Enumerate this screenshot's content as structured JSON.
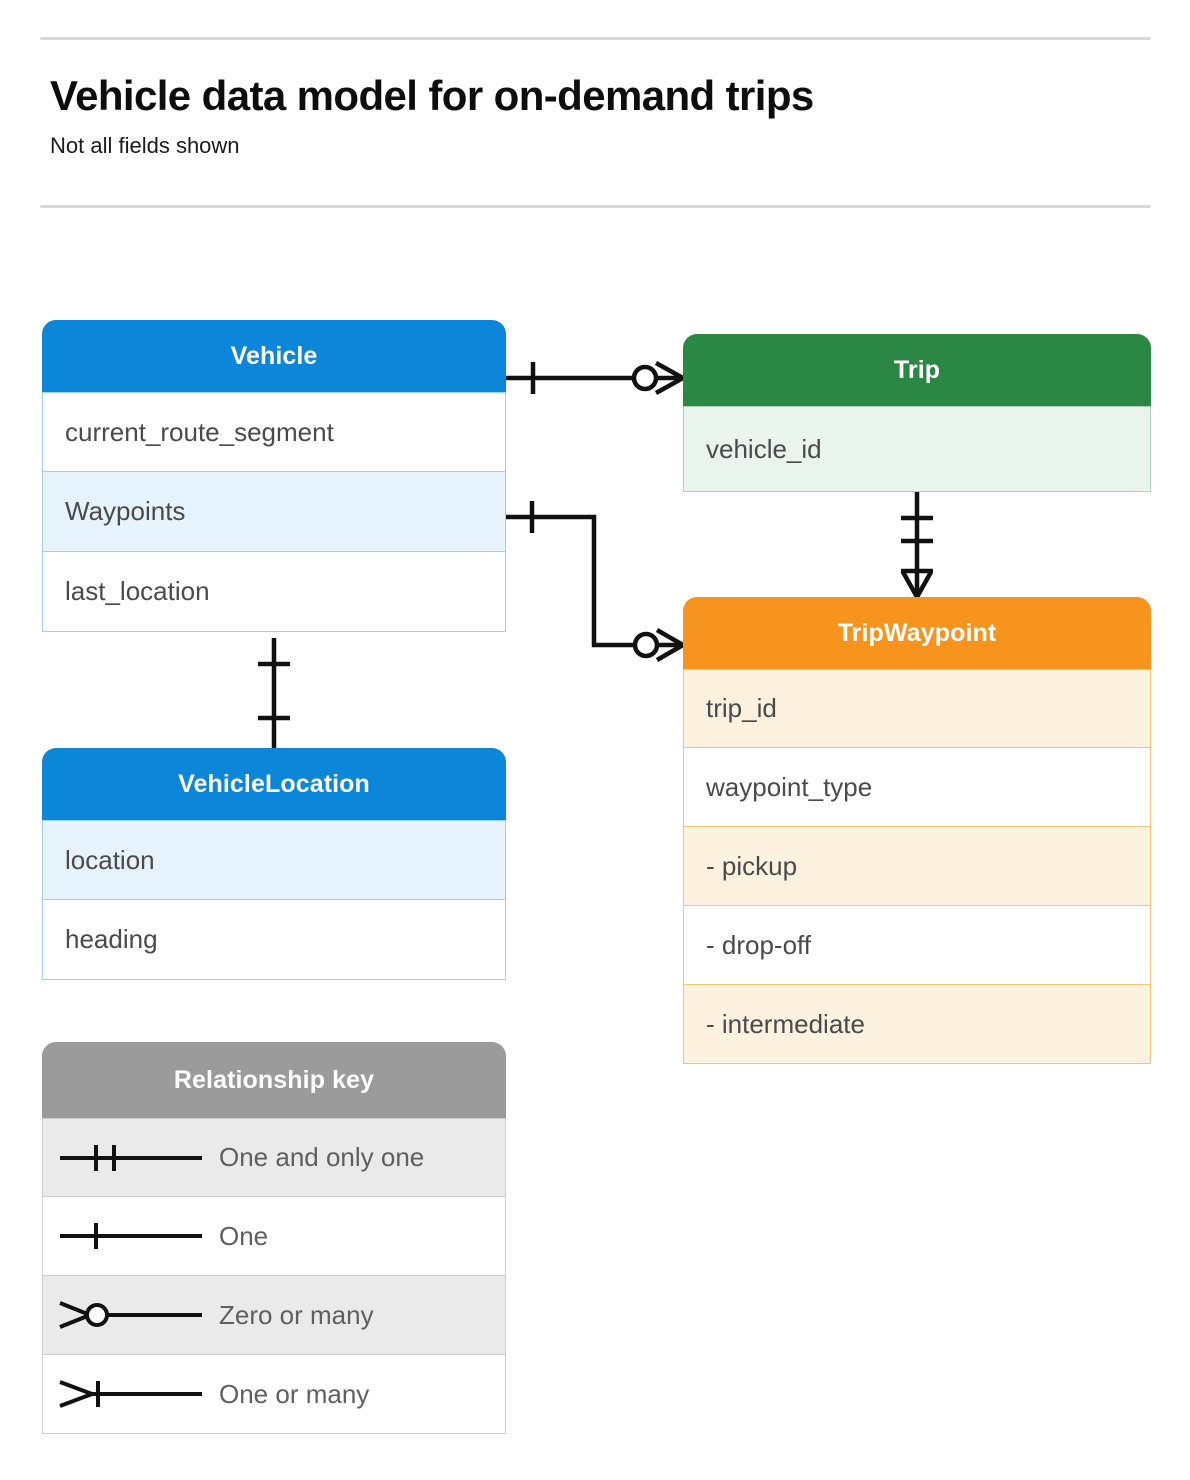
{
  "header": {
    "title": "Vehicle data model for on-demand trips",
    "subtitle": "Not all fields shown"
  },
  "colors": {
    "blue_header": "#0b86d8",
    "blue_row_alt": "#e6f2fc",
    "blue_border": "#9cd0f5",
    "green_header": "#2b8844",
    "green_row_alt": "#e9f4ec",
    "green_border": "#a8d5b4",
    "orange_header": "#f7941e",
    "orange_row_alt": "#fdf2e0",
    "orange_border": "#f6c276",
    "gray_header": "#9b9b9b",
    "gray_row_alt": "#eaeaea",
    "line": "#111111",
    "text": "#4a4a4a",
    "rule": "#d8d8d8"
  },
  "entities": [
    {
      "name": "Vehicle",
      "color": "blue",
      "fields": [
        {
          "label": "current_route_segment"
        },
        {
          "label": "Waypoints"
        },
        {
          "label": "last_location"
        }
      ]
    },
    {
      "name": "Trip",
      "color": "green",
      "fields": [
        {
          "label": "vehicle_id"
        }
      ]
    },
    {
      "name": "TripWaypoint",
      "color": "orange",
      "fields": [
        {
          "label": "trip_id"
        },
        {
          "label": "waypoint_type"
        },
        {
          "label": "-  pickup"
        },
        {
          "label": "-  drop-off"
        },
        {
          "label": "-  intermediate"
        }
      ]
    },
    {
      "name": "VehicleLocation",
      "color": "blue",
      "fields": [
        {
          "label": "location"
        },
        {
          "label": "heading"
        }
      ]
    }
  ],
  "legend": {
    "title": "Relationship key",
    "items": [
      {
        "symbol": "one-and-only-one-icon",
        "label": "One and only one"
      },
      {
        "symbol": "one-icon",
        "label": "One"
      },
      {
        "symbol": "zero-or-many-icon",
        "label": "Zero or many"
      },
      {
        "symbol": "one-or-many-icon",
        "label": "One or many"
      }
    ]
  },
  "relationships": [
    {
      "from": "Vehicle",
      "to": "Trip",
      "from_cardinality": "One",
      "to_cardinality": "Zero or many"
    },
    {
      "from": "Vehicle.Waypoints",
      "to": "TripWaypoint",
      "from_cardinality": "One",
      "to_cardinality": "Zero or many"
    },
    {
      "from": "Trip",
      "to": "TripWaypoint",
      "from_cardinality": "One and only one",
      "to_cardinality": "One or many"
    },
    {
      "from": "Vehicle",
      "to": "VehicleLocation",
      "from_cardinality": "One",
      "to_cardinality": "One"
    }
  ]
}
